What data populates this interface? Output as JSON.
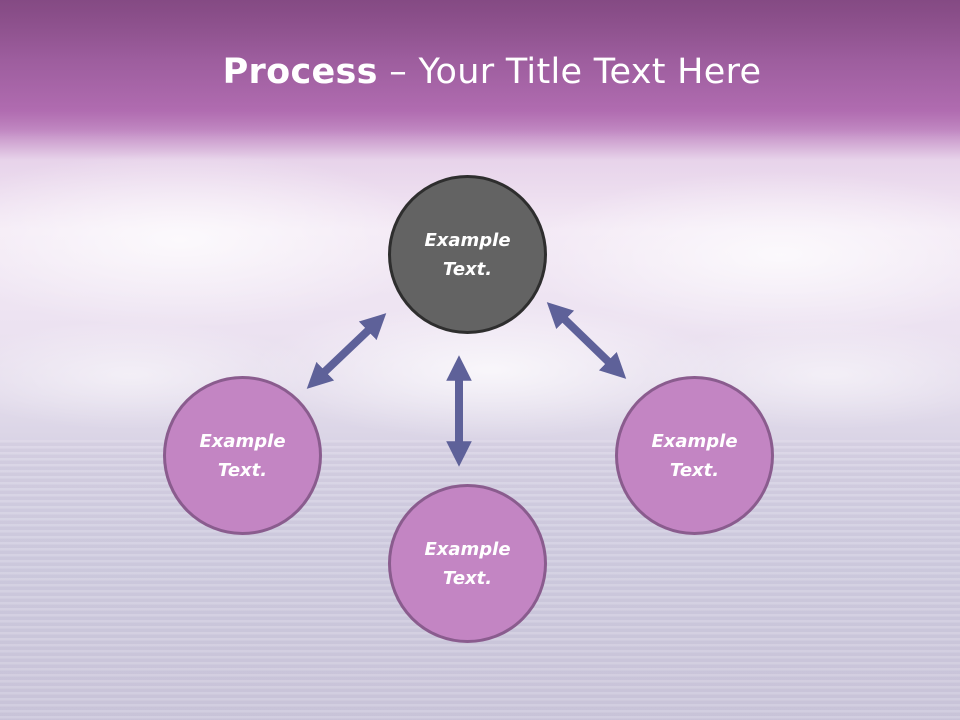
{
  "slide": {
    "title_bold": "Process",
    "title_rest": " – Your Title Text Here"
  },
  "nodes": {
    "top": "Example\nText.",
    "left": "Example\nText.",
    "right": "Example\nText.",
    "bottom": "Example\nText."
  },
  "colors": {
    "header": "#a565a6",
    "center_node": "#636363",
    "outer_node": "#c385c3",
    "arrow": "#5e6199"
  }
}
